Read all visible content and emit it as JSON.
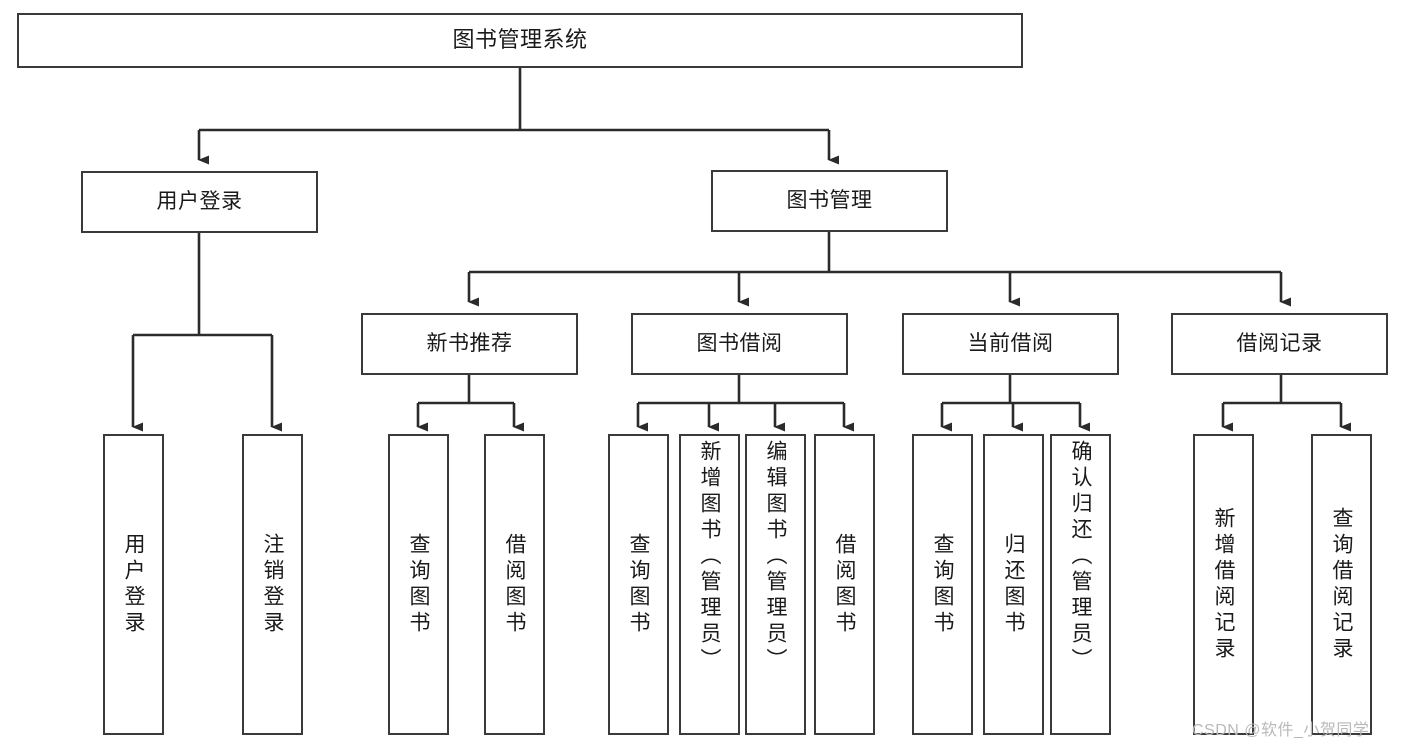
{
  "diagram": {
    "type": "tree-hierarchy",
    "title": "图书管理系统",
    "watermark": "CSDN @软件_小贺同学",
    "colors": {
      "box_border": "#3a3a3a",
      "box_fill": "#ffffff",
      "connector": "#2b2b2b",
      "text": "#1a1a1a",
      "watermark": "#b9b9b9"
    },
    "nodes": {
      "root": {
        "label": "图书管理系统",
        "level": 0,
        "orientation": "horizontal"
      },
      "user_login": {
        "label": "用户登录",
        "level": 1,
        "orientation": "horizontal"
      },
      "book_manage": {
        "label": "图书管理",
        "level": 1,
        "orientation": "horizontal"
      },
      "new_book_rec": {
        "label": "新书推荐",
        "level": 2,
        "orientation": "horizontal"
      },
      "book_borrow": {
        "label": "图书借阅",
        "level": 2,
        "orientation": "horizontal"
      },
      "current_borrow": {
        "label": "当前借阅",
        "level": 2,
        "orientation": "horizontal"
      },
      "borrow_record": {
        "label": "借阅记录",
        "level": 2,
        "orientation": "horizontal"
      },
      "leaf_user_login": {
        "label": "用户登录",
        "level": 3,
        "orientation": "vertical"
      },
      "leaf_logout": {
        "label": "注销登录",
        "level": 3,
        "orientation": "vertical"
      },
      "leaf_query_book_1": {
        "label": "查询图书",
        "level": 3,
        "orientation": "vertical"
      },
      "leaf_borrow_book_1": {
        "label": "借阅图书",
        "level": 3,
        "orientation": "vertical"
      },
      "leaf_query_book_2": {
        "label": "查询图书",
        "level": 3,
        "orientation": "vertical"
      },
      "leaf_add_book": {
        "label": "新增图书（管理员）",
        "level": 3,
        "orientation": "vertical"
      },
      "leaf_edit_book": {
        "label": "编辑图书（管理员）",
        "level": 3,
        "orientation": "vertical"
      },
      "leaf_borrow_book_2": {
        "label": "借阅图书",
        "level": 3,
        "orientation": "vertical"
      },
      "leaf_query_book_3": {
        "label": "查询图书",
        "level": 3,
        "orientation": "vertical"
      },
      "leaf_return_book": {
        "label": "归还图书",
        "level": 3,
        "orientation": "vertical"
      },
      "leaf_confirm_return": {
        "label": "确认归还（管理员）",
        "level": 3,
        "orientation": "vertical"
      },
      "leaf_add_record": {
        "label": "新增借阅记录",
        "level": 3,
        "orientation": "vertical"
      },
      "leaf_query_record": {
        "label": "查询借阅记录",
        "level": 3,
        "orientation": "vertical"
      }
    },
    "edges": [
      {
        "from": "root",
        "to": "user_login"
      },
      {
        "from": "root",
        "to": "book_manage"
      },
      {
        "from": "user_login",
        "to": "leaf_user_login"
      },
      {
        "from": "user_login",
        "to": "leaf_logout"
      },
      {
        "from": "book_manage",
        "to": "new_book_rec"
      },
      {
        "from": "book_manage",
        "to": "book_borrow"
      },
      {
        "from": "book_manage",
        "to": "current_borrow"
      },
      {
        "from": "book_manage",
        "to": "borrow_record"
      },
      {
        "from": "new_book_rec",
        "to": "leaf_query_book_1"
      },
      {
        "from": "new_book_rec",
        "to": "leaf_borrow_book_1"
      },
      {
        "from": "book_borrow",
        "to": "leaf_query_book_2"
      },
      {
        "from": "book_borrow",
        "to": "leaf_add_book"
      },
      {
        "from": "book_borrow",
        "to": "leaf_edit_book"
      },
      {
        "from": "book_borrow",
        "to": "leaf_borrow_book_2"
      },
      {
        "from": "current_borrow",
        "to": "leaf_query_book_3"
      },
      {
        "from": "current_borrow",
        "to": "leaf_return_book"
      },
      {
        "from": "current_borrow",
        "to": "leaf_confirm_return"
      },
      {
        "from": "borrow_record",
        "to": "leaf_add_record"
      },
      {
        "from": "borrow_record",
        "to": "leaf_query_record"
      }
    ]
  }
}
